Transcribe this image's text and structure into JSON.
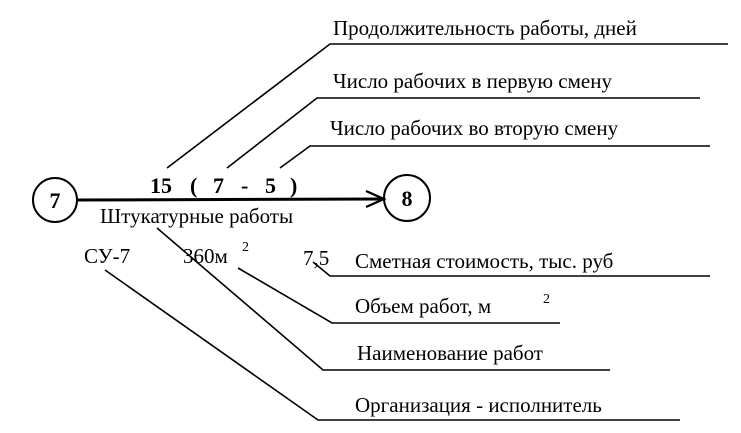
{
  "nodes": {
    "start": "7",
    "end": "8"
  },
  "arrow": {
    "duration": "15",
    "open_paren": "(",
    "shift1": "7",
    "dash": "-",
    "shift2": "5",
    "close_paren": ")",
    "work_name": "Штукатурные работы"
  },
  "below": {
    "organization": "СУ-7",
    "volume": "360м",
    "volume_exp": "2",
    "cost": "7,5"
  },
  "callouts": {
    "duration": "Продолжительность работы, дней",
    "workers_shift1": "Число рабочих в первую смену",
    "workers_shift2": "Число рабочих во вторую смену",
    "cost": "Сметная стоимость,  тыс. руб",
    "volume": "Объем работ,  м",
    "volume_exp": "2",
    "work_name": "Наименование работ",
    "organization": "Организация - исполнитель"
  }
}
